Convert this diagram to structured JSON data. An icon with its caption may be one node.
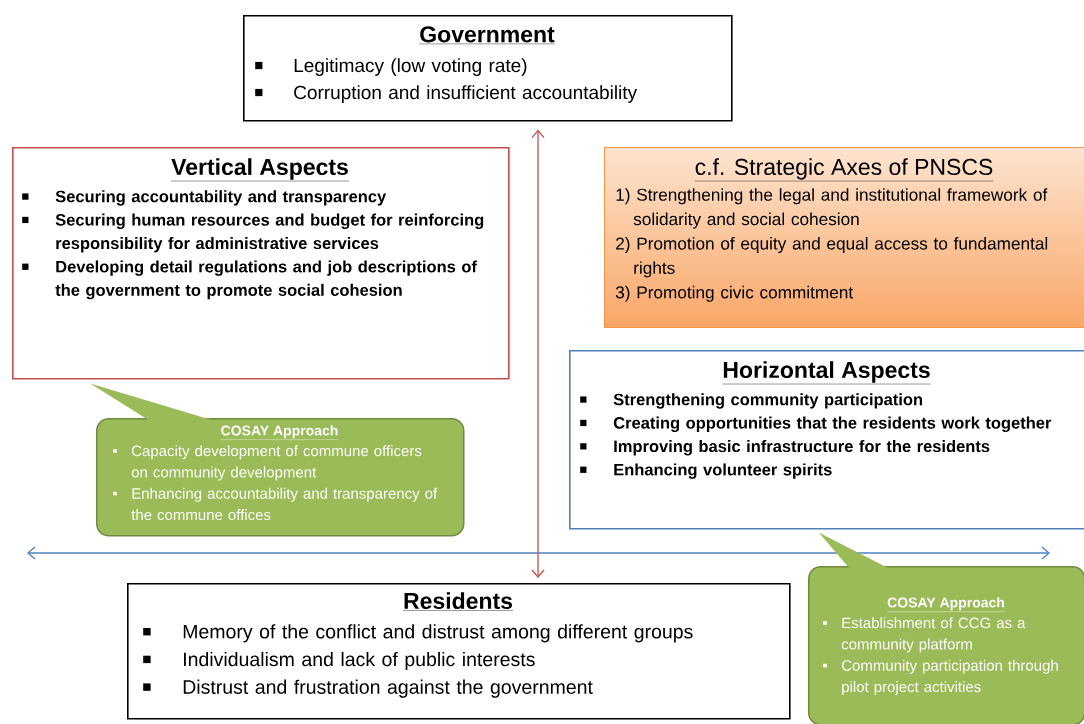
{
  "diagram": {
    "nodes": [
      {
        "text": [
          "Government",
          "Legitimacy (low voting rate)",
          "Corruption and insufficient accountability"
        ]
      },
      {
        "text": [
          "Vertical Aspects",
          "Securing accountability and transparency",
          "Securing human resources and budget for reinforcing responsibility for administrative services",
          "Developing detail regulations and job descriptions of the government to promote social cohesion"
        ]
      },
      {
        "text": [
          "c.f. Strategic Axes of PNSCS",
          "1) Strengthening the legal and institutional framework of solidarity and social cohesion",
          "2) Promotion of equity and equal access to fundamental rights",
          "3) Promoting civic commitment"
        ]
      },
      {
        "text": [
          "Horizontal Aspects",
          "Strengthening community participation",
          "Creating opportunities that the residents work together",
          "Improving basic infrastructure for the residents",
          "Enhancing volunteer spirits"
        ]
      },
      {
        "text": [
          "COSAY Approach",
          "Capacity development of commune officers on community development",
          "Enhancing accountability and transparency of the commune offices"
        ]
      },
      {
        "text": [
          "Residents",
          "Memory of the conflict and distrust among different groups",
          "Individualism and lack of public interests",
          "Distrust and frustration against the government"
        ]
      },
      {
        "text": [
          "COSAY Approach",
          "Establishment of CCG as a community platform",
          "Community participation through pilot project activities"
        ]
      }
    ],
    "edges": [
      {
        "from": 0,
        "to": 5,
        "arrow": "both",
        "color": "#c0504d"
      },
      {
        "from": 4,
        "to": 1,
        "arrow": "none",
        "color": "#9bbb59"
      },
      {
        "from": 6,
        "to": 3,
        "arrow": "none",
        "color": "#9bbb59"
      }
    ]
  }
}
